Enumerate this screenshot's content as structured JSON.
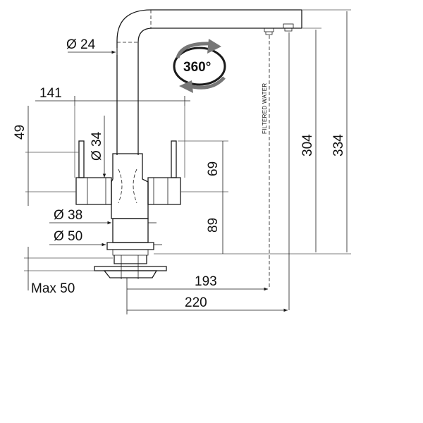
{
  "dimensions": {
    "spout_diameter": "Ø 24",
    "body_diameter": "Ø 34",
    "base_diameter": "Ø 38",
    "flange_diameter": "Ø 50",
    "handle_span": "141",
    "handle_height": "49",
    "upper_body_height": "69",
    "lower_body_height": "89",
    "filtered_outlet_reach": "193",
    "spout_reach": "220",
    "filtered_outlet_height": "304",
    "total_height": "334",
    "max_counter_thickness": "Max 50"
  },
  "rotation_label": "360°",
  "filtered_water_label": "FILTERED WATER"
}
